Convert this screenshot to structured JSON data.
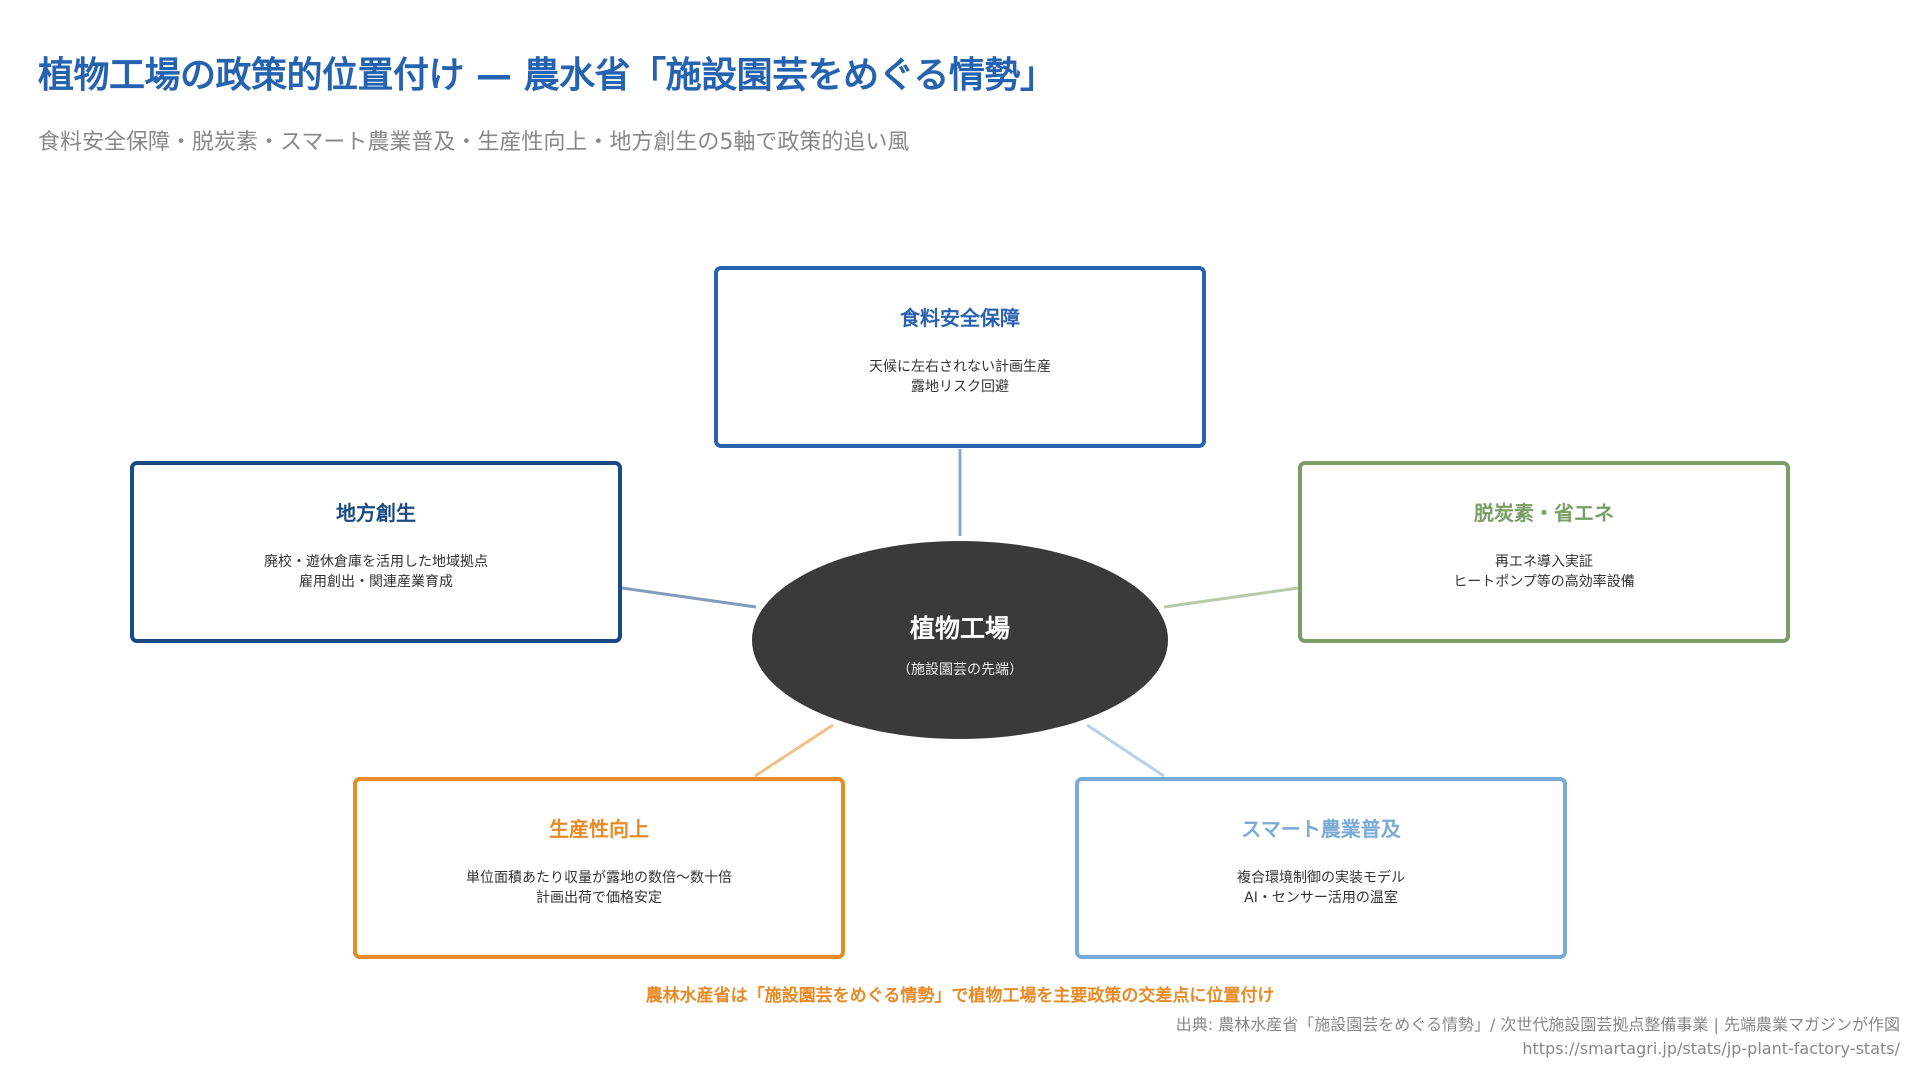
{
  "title": "植物工場の政策的位置付け — 農水省「施設園芸をめぐる情勢」",
  "subtitle": "食料安全保障・脱炭素・スマート農業普及・生産性向上・地方創生の5軸で政策的追い風",
  "center": {
    "title": "植物工場",
    "subtitle": "（施設園芸の先端）",
    "color": "#3a3a3a"
  },
  "nodes": [
    {
      "title": "食料安全保障",
      "lines": [
        "天候に左右されない計画生産",
        "露地リスク回避"
      ],
      "color": "#2a63b0"
    },
    {
      "title": "脱炭素・省エネ",
      "lines": [
        "再エネ導入実証",
        "ヒートポンプ等の高効率設備"
      ],
      "color": "#7a9e63"
    },
    {
      "title": "スマート農業普及",
      "lines": [
        "複合環境制御の実装モデル",
        "AI・センサー活用の温室"
      ],
      "color": "#7aaad6"
    },
    {
      "title": "生産性向上",
      "lines": [
        "単位面積あたり収量が露地の数倍〜数十倍",
        "計画出荷で価格安定"
      ],
      "color": "#e88a25"
    },
    {
      "title": "地方創生",
      "lines": [
        "廃校・遊休倉庫を活用した地域拠点",
        "雇用創出・関連産業育成"
      ],
      "color": "#1a4a85"
    }
  ],
  "note": "農林水産省は「施設園芸をめぐる情勢」で植物工場を主要政策の交差点に位置付け",
  "source": "出典: 農林水産省「施設園芸をめぐる情勢」/ 次世代施設園芸拠点整備事業 | 先端農業マガジンが作図",
  "url": "https://smartagri.jp/stats/jp-plant-factory-stats/"
}
